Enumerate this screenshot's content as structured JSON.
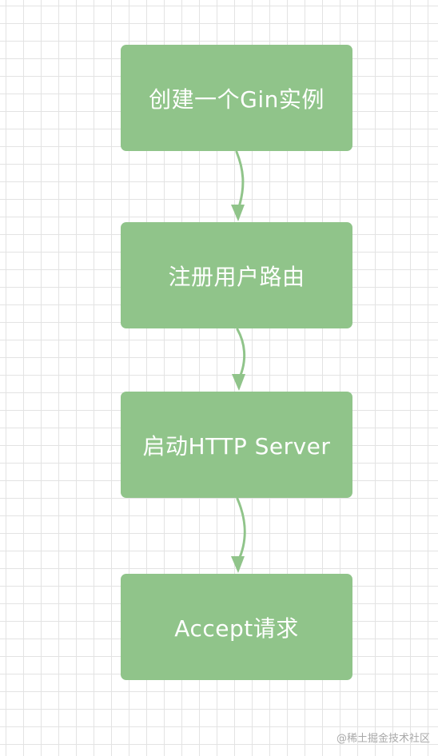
{
  "flowchart": {
    "nodes": [
      {
        "label": "创建一个Gin实例"
      },
      {
        "label": "注册用户路由"
      },
      {
        "label": "启动HTTP Server"
      },
      {
        "label": "Accept请求"
      }
    ],
    "colors": {
      "node_fill": "#90c48a",
      "node_text": "#ffffff",
      "arrow": "#90c48a",
      "grid": "#e3e3e3",
      "background": "#ffffff"
    }
  },
  "watermark": "@稀土掘金技术社区"
}
